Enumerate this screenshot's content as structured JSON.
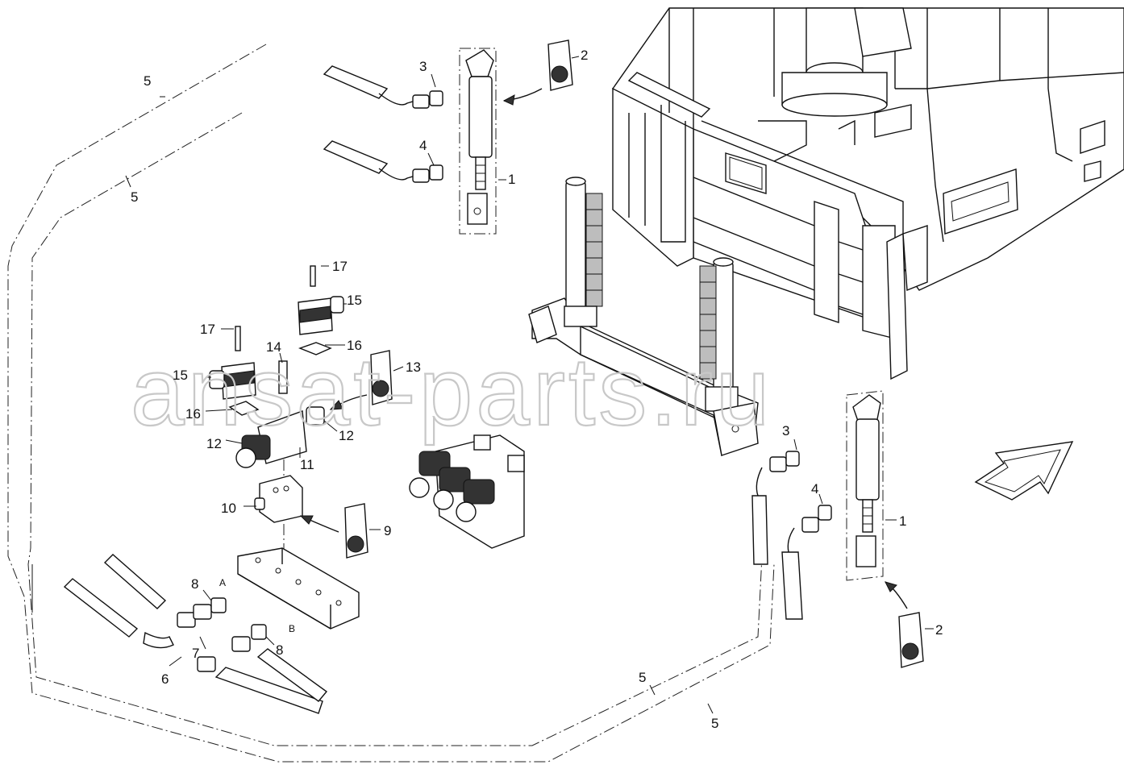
{
  "watermark": "ansat-parts.ru",
  "callouts": [
    {
      "id": "c1a",
      "text": "1"
    },
    {
      "id": "c1b",
      "text": "1"
    },
    {
      "id": "c2a",
      "text": "2"
    },
    {
      "id": "c2b",
      "text": "2"
    },
    {
      "id": "c3a",
      "text": "3"
    },
    {
      "id": "c3b",
      "text": "3"
    },
    {
      "id": "c4a",
      "text": "4"
    },
    {
      "id": "c4b",
      "text": "4"
    },
    {
      "id": "c5a",
      "text": "5"
    },
    {
      "id": "c5b",
      "text": "5"
    },
    {
      "id": "c5c",
      "text": "5"
    },
    {
      "id": "c5d",
      "text": "5"
    },
    {
      "id": "c6",
      "text": "6"
    },
    {
      "id": "c7",
      "text": "7"
    },
    {
      "id": "c8a",
      "text": "8"
    },
    {
      "id": "c8b",
      "text": "8"
    },
    {
      "id": "c9",
      "text": "9"
    },
    {
      "id": "c10",
      "text": "10"
    },
    {
      "id": "c11",
      "text": "11"
    },
    {
      "id": "c12a",
      "text": "12"
    },
    {
      "id": "c12b",
      "text": "12"
    },
    {
      "id": "c13",
      "text": "13"
    },
    {
      "id": "c14",
      "text": "14"
    },
    {
      "id": "c15a",
      "text": "15"
    },
    {
      "id": "c15b",
      "text": "15"
    },
    {
      "id": "c16a",
      "text": "16"
    },
    {
      "id": "c16b",
      "text": "16"
    },
    {
      "id": "c17a",
      "text": "17"
    },
    {
      "id": "c17b",
      "text": "17"
    }
  ],
  "port_labels": {
    "a": "A",
    "b": "B"
  }
}
